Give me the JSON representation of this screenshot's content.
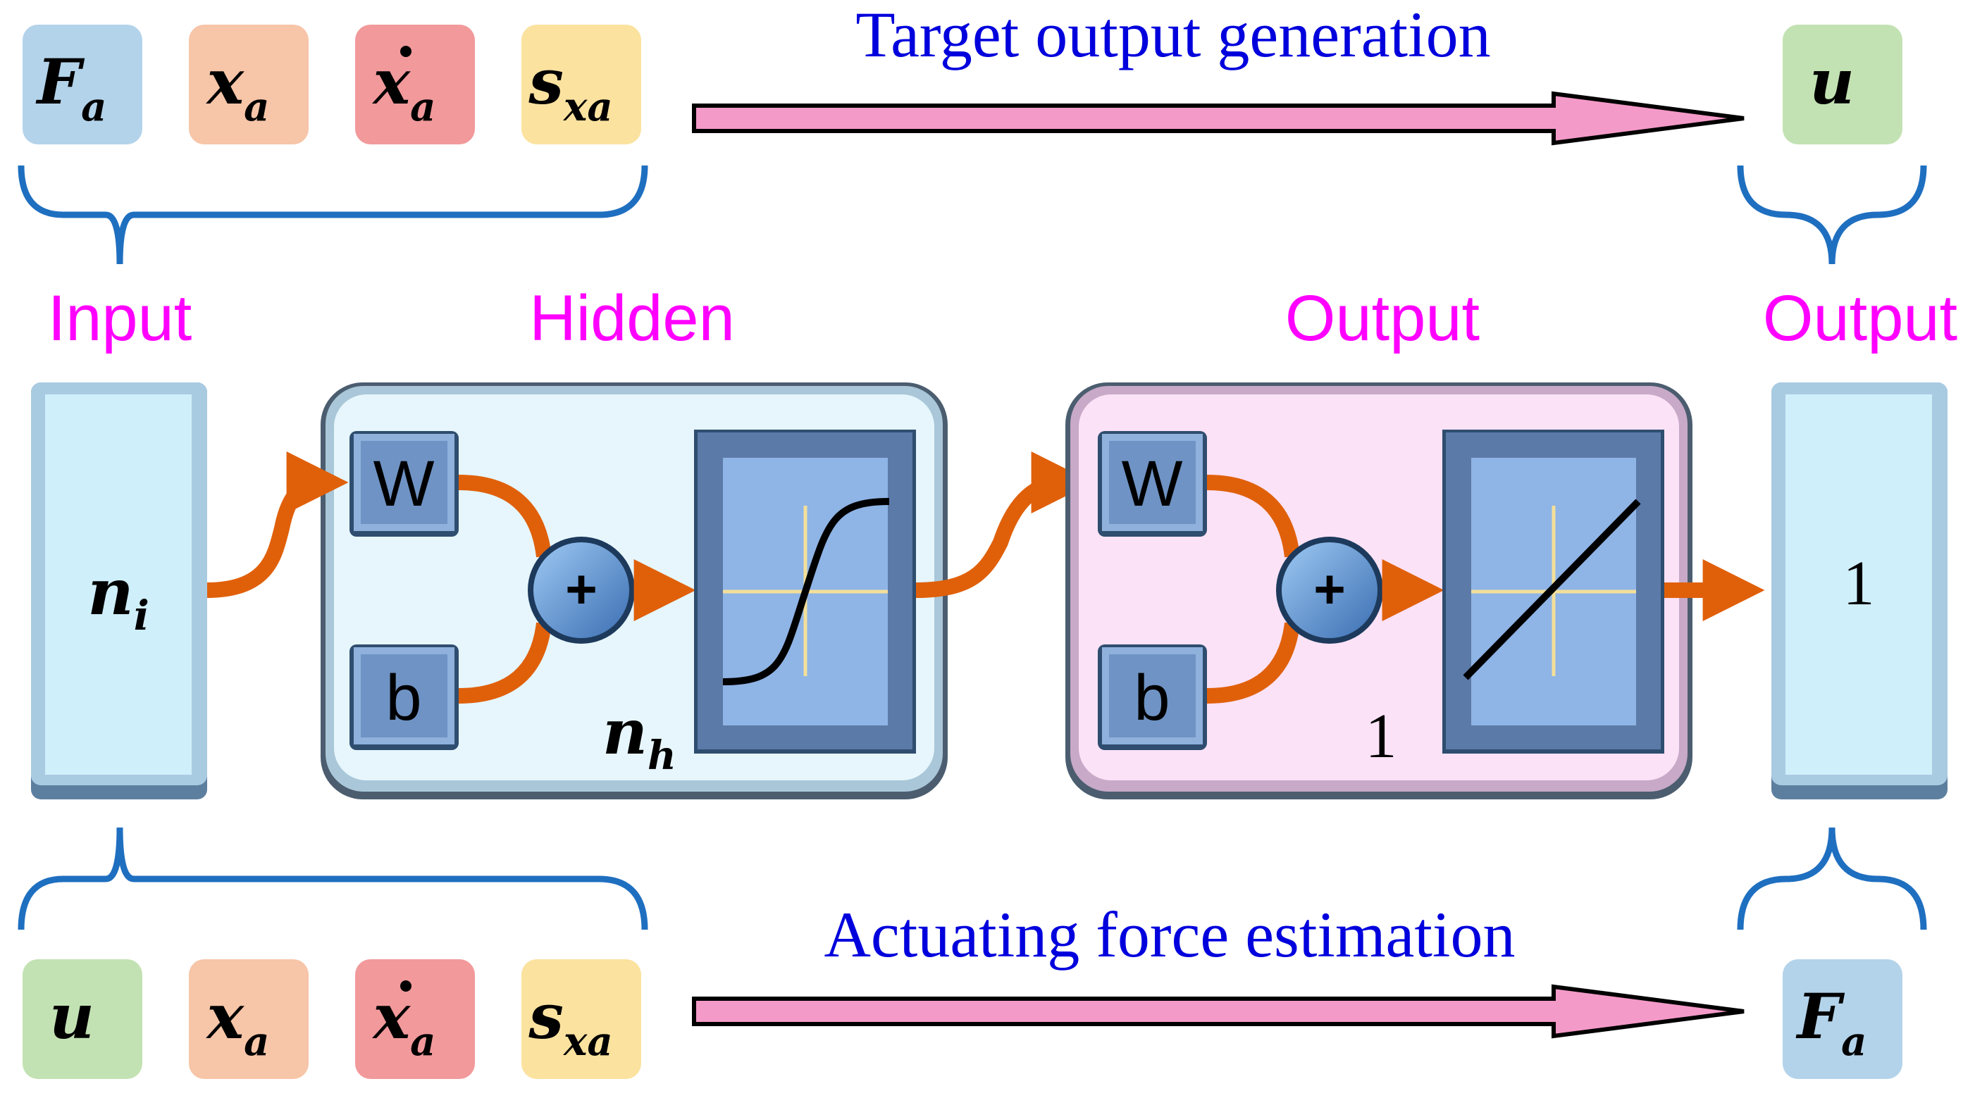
{
  "top_inputs": [
    {
      "main": "F",
      "sub": "a",
      "dot": false,
      "color": "#b3d3ea"
    },
    {
      "main": "x",
      "sub": "a",
      "dot": false,
      "color": "#f7c5a8"
    },
    {
      "main": "x",
      "sub": "a",
      "dot": true,
      "color": "#f2999b"
    },
    {
      "main": "s",
      "sub": "xa",
      "dot": false,
      "color": "#fbe29f"
    }
  ],
  "top_output": {
    "main": "u",
    "sub": "",
    "dot": false,
    "color": "#c3e2b3"
  },
  "top_caption": "Target output generation",
  "bottom_inputs": [
    {
      "main": "u",
      "sub": "",
      "dot": false,
      "color": "#c3e2b3"
    },
    {
      "main": "x",
      "sub": "a",
      "dot": false,
      "color": "#f7c5a8"
    },
    {
      "main": "x",
      "sub": "a",
      "dot": true,
      "color": "#f2999b"
    },
    {
      "main": "s",
      "sub": "xa",
      "dot": false,
      "color": "#fbe29f"
    }
  ],
  "bottom_output": {
    "main": "F",
    "sub": "a",
    "dot": false,
    "color": "#b3d3ea"
  },
  "bottom_caption": "Actuating force estimation",
  "layer_labels": {
    "input": "Input",
    "hidden": "Hidden",
    "output_layer": "Output",
    "output": "Output"
  },
  "input_size": {
    "main": "n",
    "sub": "i"
  },
  "hidden_size": {
    "main": "n",
    "sub": "h"
  },
  "output_layer_size": "1",
  "output_size": "1",
  "weight_label": "W",
  "bias_label": "b",
  "sum_symbol": "+",
  "colors": {
    "label_magenta": "#ff00ff",
    "caption_blue": "#0000dd",
    "arrow_pink": "#f49ac8",
    "connector_orange": "#e0600a",
    "brace_blue": "#1f6fc0",
    "hidden_panel": "#e6f6fc",
    "output_panel": "#fbe2f6"
  }
}
